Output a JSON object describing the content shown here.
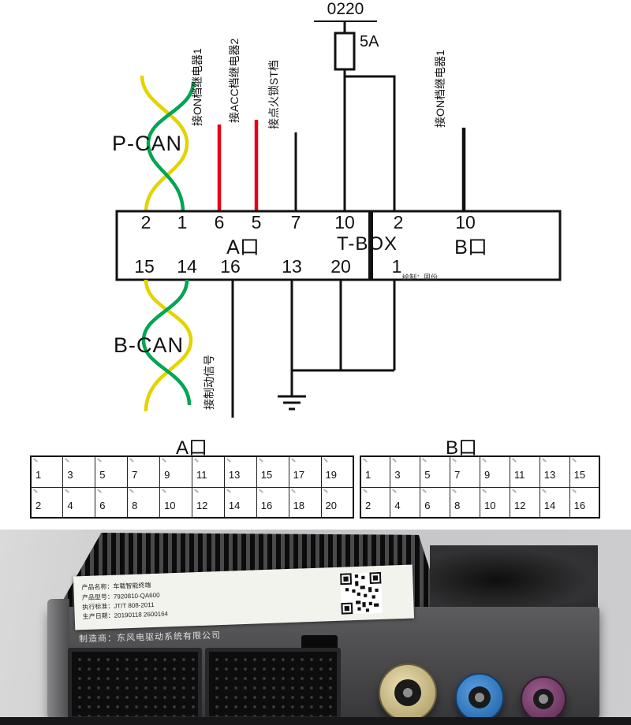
{
  "diagram": {
    "power": {
      "code": "0220",
      "fuse": "5A"
    },
    "wire_labels": {
      "pin6": "接ON档继电器1",
      "pin5": "接ACC档继电器2",
      "pin7": "接点火锁ST档",
      "b_pin10": "接ON档继电器1",
      "pin16": "接制动信号"
    },
    "bus": {
      "pcan": "P-CAN",
      "bcan": "B-CAN"
    },
    "connector": {
      "a_title": "A口",
      "center_title": "T-BOX",
      "b_title": "B口",
      "top_a": [
        "2",
        "1",
        "6",
        "5",
        "7",
        "10"
      ],
      "top_b": [
        "2",
        "10"
      ],
      "bottom_a": [
        "15",
        "14",
        "16",
        "13",
        "20"
      ],
      "bottom_b": [
        "1"
      ],
      "note": "绘制：周份"
    }
  },
  "pin_tables": {
    "a": {
      "title": "A口",
      "row1": [
        "1",
        "3",
        "5",
        "7",
        "9",
        "11",
        "13",
        "15",
        "17",
        "19"
      ],
      "row2": [
        "2",
        "4",
        "6",
        "8",
        "10",
        "12",
        "14",
        "16",
        "18",
        "20"
      ]
    },
    "b": {
      "title": "B口",
      "row1": [
        "1",
        "3",
        "5",
        "7",
        "9",
        "11",
        "13",
        "15"
      ],
      "row2": [
        "2",
        "4",
        "6",
        "8",
        "10",
        "12",
        "14",
        "16"
      ]
    }
  },
  "photo": {
    "label": {
      "line1": "产品名称：车载智能终端",
      "line2": "产品型号：7920810-QA600",
      "line3": "执行标准：JT/T 808-2011",
      "line4": "生产日期：20190118 2600164",
      "qr_icon": "qr-code"
    },
    "case_text": "制造商：东风电驱动系统有限公司"
  },
  "colors": {
    "wire_red": "#e60012",
    "wire_yellow": "#e3d400",
    "wire_green": "#00a651",
    "wire_black": "#111111",
    "fakra_beige": "#d6c897",
    "fakra_blue": "#2f7fd0",
    "fakra_purple": "#7c4070"
  }
}
